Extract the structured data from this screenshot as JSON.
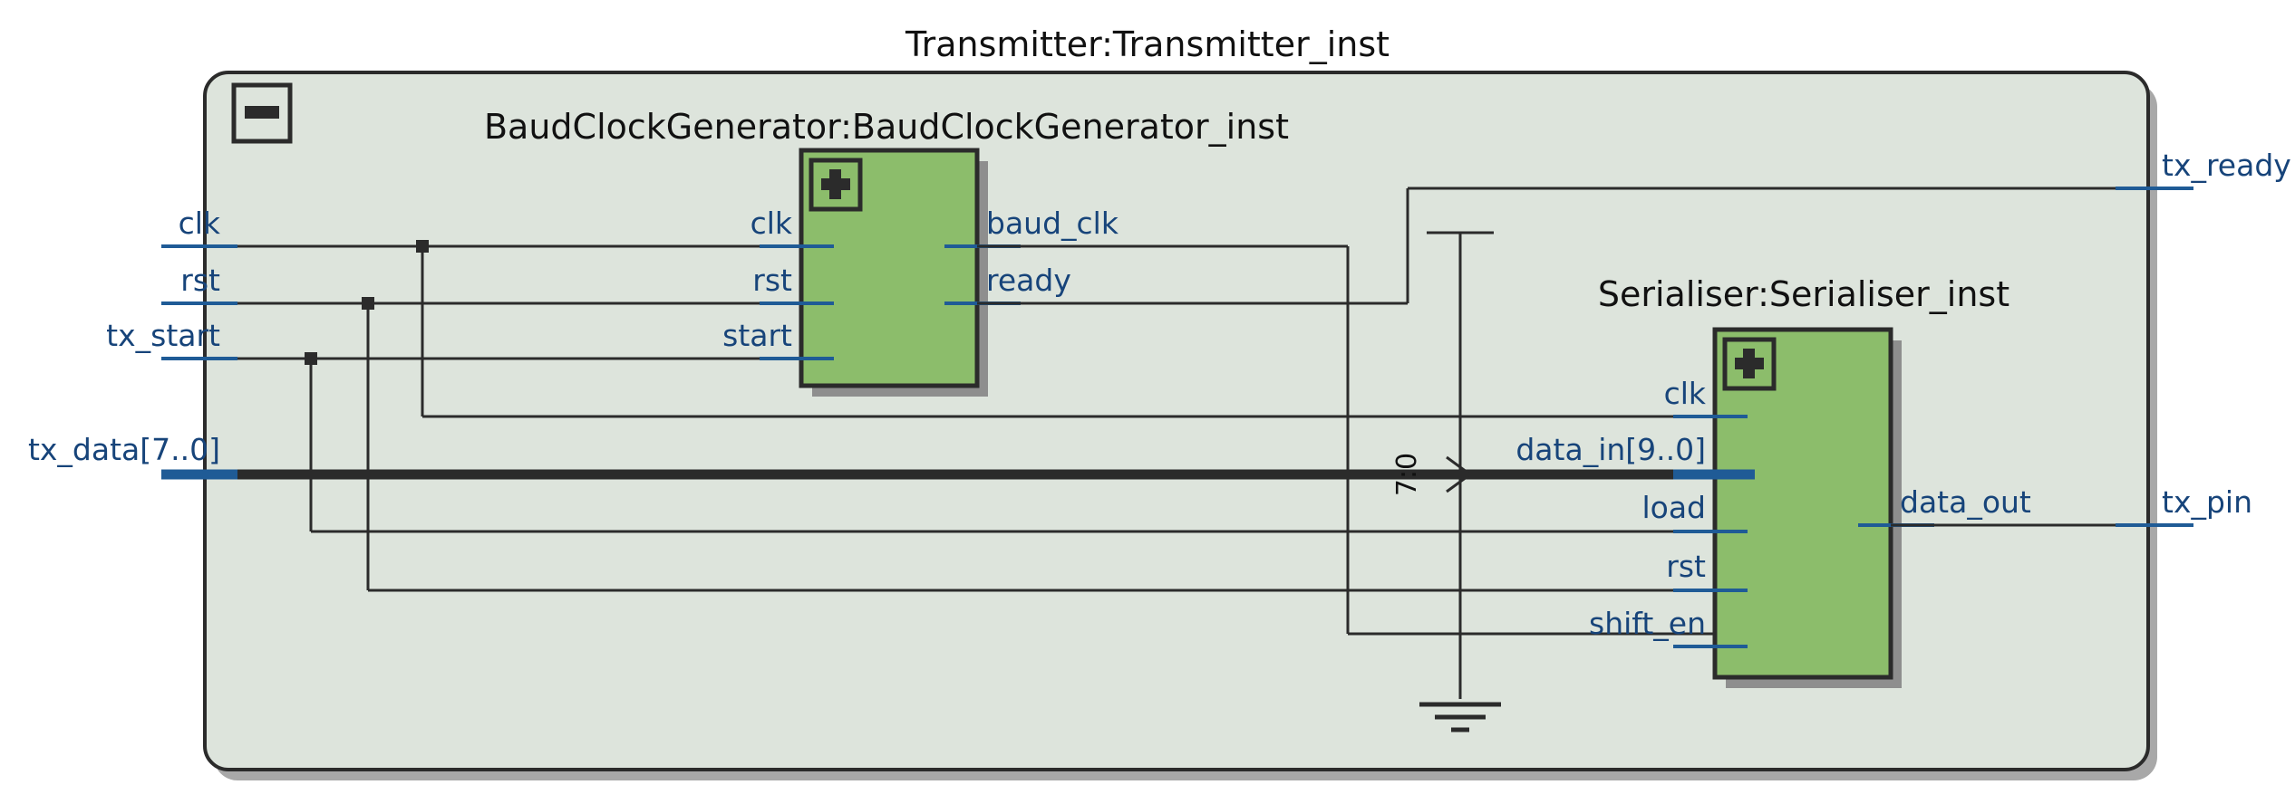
{
  "diagram": {
    "type": "rtl-schematic",
    "title": "Transmitter:Transmitter_inst",
    "background_color": "#ffffff",
    "container_fill": "#dde4dc",
    "instance_fill": "#8cbd6b",
    "wire_color": "#2b2b2b",
    "label_color": "#17447a"
  },
  "top": {
    "name": "Transmitter:Transmitter_inst",
    "collapse_control": "minus",
    "inputs": [
      {
        "name": "clk",
        "id": "top-in-clk"
      },
      {
        "name": "rst",
        "id": "top-in-rst"
      },
      {
        "name": "tx_start",
        "id": "top-in-tx-start"
      },
      {
        "name": "tx_data[7..0]",
        "id": "top-in-tx-data"
      }
    ],
    "outputs": [
      {
        "name": "tx_ready",
        "id": "top-out-tx-ready"
      },
      {
        "name": "tx_pin",
        "id": "top-out-tx-pin"
      }
    ]
  },
  "instances": [
    {
      "id": "baudclockgenerator",
      "title": "BaudClockGenerator:BaudClockGenerator_inst",
      "expand_control": "plus",
      "inputs": [
        "clk",
        "rst",
        "start"
      ],
      "outputs": [
        "baud_clk",
        "ready"
      ]
    },
    {
      "id": "serialiser",
      "title": "Serialiser:Serialiser_inst",
      "expand_control": "plus",
      "inputs": [
        "clk",
        "data_in[9..0]",
        "load",
        "rst",
        "shift_en"
      ],
      "outputs": [
        "data_out"
      ]
    }
  ],
  "nets": {
    "bus_tap_label": "7:0",
    "ground_symbol": "gnd"
  },
  "connections": [
    {
      "from": "clk",
      "to": "BaudClockGenerator_inst.clk"
    },
    {
      "from": "clk",
      "to": "Serialiser_inst.clk"
    },
    {
      "from": "rst",
      "to": "BaudClockGenerator_inst.rst"
    },
    {
      "from": "rst",
      "to": "Serialiser_inst.rst"
    },
    {
      "from": "tx_start",
      "to": "BaudClockGenerator_inst.start"
    },
    {
      "from": "tx_start",
      "to": "Serialiser_inst.load"
    },
    {
      "from": "tx_data[7..0]",
      "to": "Serialiser_inst.data_in[9..0]"
    },
    {
      "from": "BaudClockGenerator_inst.baud_clk",
      "to": "Serialiser_inst.shift_en"
    },
    {
      "from": "BaudClockGenerator_inst.ready",
      "to": "tx_ready"
    },
    {
      "from": "Serialiser_inst.data_out",
      "to": "tx_pin"
    },
    {
      "from": "gnd",
      "to": "Serialiser_inst.data_in[9..0] upper bits"
    }
  ]
}
